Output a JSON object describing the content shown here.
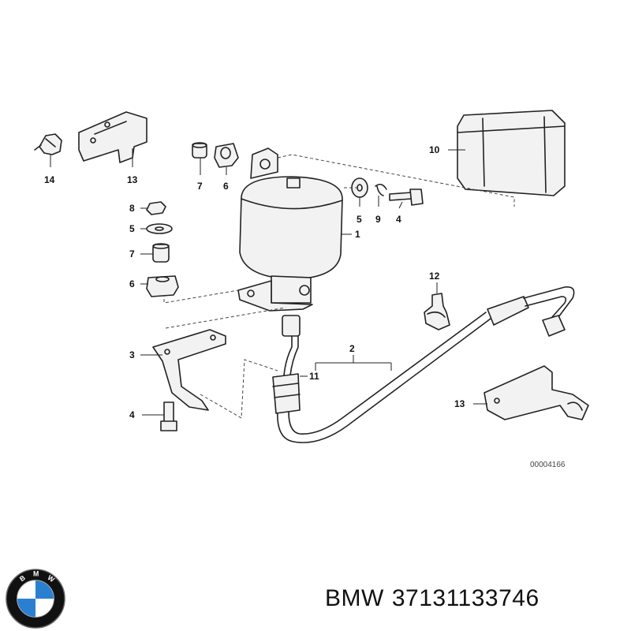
{
  "diagram": {
    "reference_number": "00004166",
    "callouts": [
      {
        "id": "c14a",
        "label": "14"
      },
      {
        "id": "c13a",
        "label": "13"
      },
      {
        "id": "c7a",
        "label": "7"
      },
      {
        "id": "c6a",
        "label": "6"
      },
      {
        "id": "c10",
        "label": "10"
      },
      {
        "id": "c8",
        "label": "8"
      },
      {
        "id": "c5a",
        "label": "5"
      },
      {
        "id": "c7b",
        "label": "7"
      },
      {
        "id": "c6b",
        "label": "6"
      },
      {
        "id": "c5b",
        "label": "5"
      },
      {
        "id": "c9",
        "label": "9"
      },
      {
        "id": "c4a",
        "label": "4"
      },
      {
        "id": "c1",
        "label": "1"
      },
      {
        "id": "c12",
        "label": "12"
      },
      {
        "id": "c2",
        "label": "2"
      },
      {
        "id": "c3",
        "label": "3"
      },
      {
        "id": "c11",
        "label": "11"
      },
      {
        "id": "c4b",
        "label": "4"
      },
      {
        "id": "c13b",
        "label": "13"
      }
    ]
  },
  "caption": {
    "brand": "BMW",
    "part_number": "37131133746"
  },
  "logo": {
    "name": "bmw-roundel",
    "colors": {
      "ring": "#111111",
      "blue": "#2a7fd0",
      "white": "#ffffff"
    }
  }
}
